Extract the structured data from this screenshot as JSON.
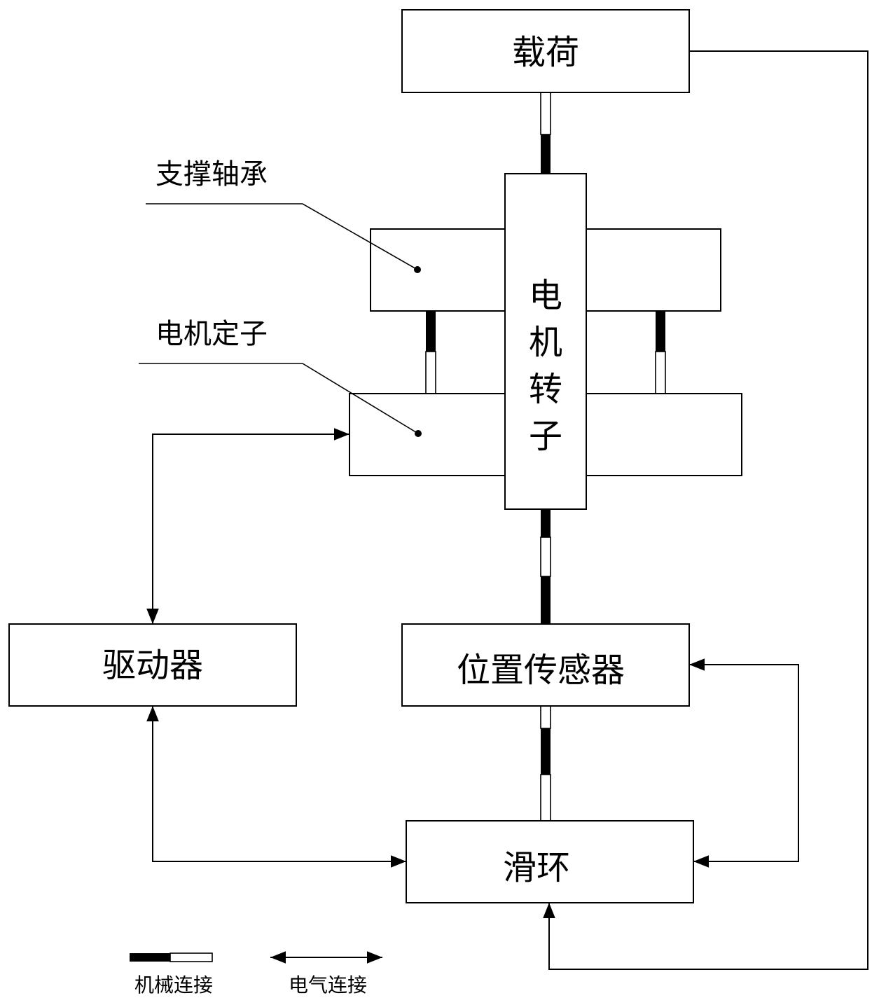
{
  "nodes": {
    "load": "载荷",
    "support_bearing": "支撑轴承",
    "motor_stator": "电机定子",
    "motor_rotor": [
      "电",
      "机",
      "转",
      "子"
    ],
    "driver": "驱动器",
    "position_sensor": "位置传感器",
    "slip_ring": "滑环"
  },
  "legend": {
    "mechanical": "机械连接",
    "electrical": "电气连接"
  },
  "edges": [
    {
      "from": "load",
      "to": "motor_rotor",
      "type": "mechanical"
    },
    {
      "from": "support_bearing",
      "to": "motor_stator",
      "type": "mechanical"
    },
    {
      "from": "motor_rotor",
      "to": "position_sensor",
      "type": "mechanical"
    },
    {
      "from": "position_sensor",
      "to": "slip_ring",
      "type": "mechanical"
    },
    {
      "from": "driver",
      "to": "motor_stator",
      "type": "electrical"
    },
    {
      "from": "driver",
      "to": "slip_ring",
      "type": "electrical"
    },
    {
      "from": "slip_ring",
      "to": "position_sensor",
      "type": "electrical"
    },
    {
      "from": "load",
      "to": "slip_ring",
      "type": "electrical"
    }
  ]
}
